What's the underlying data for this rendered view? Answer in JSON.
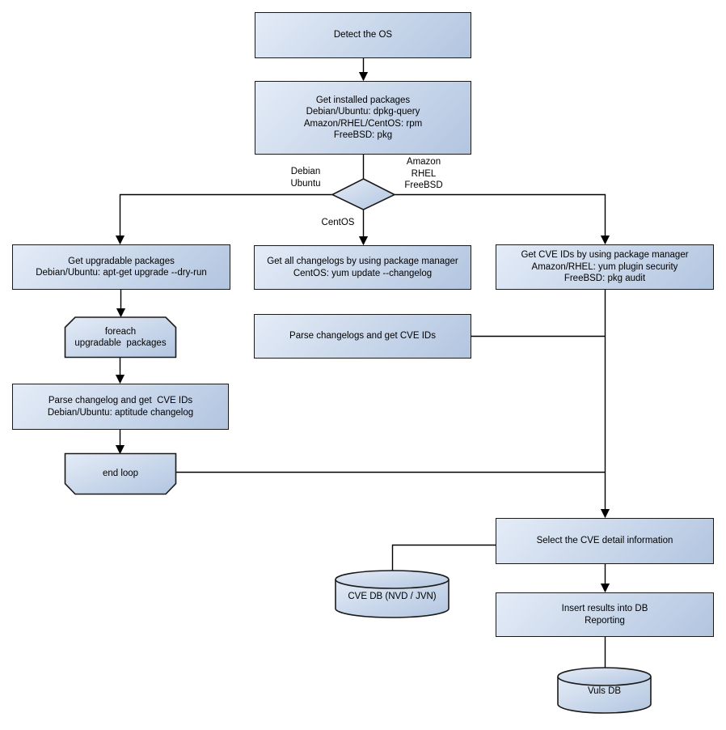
{
  "colors": {
    "node_fill_start": "#e4ecf7",
    "node_fill_end": "#b2c5e0",
    "node_border": "#1a1a1a",
    "connector": "#000000",
    "background": "#ffffff"
  },
  "nodes": {
    "detect_os": {
      "lines": [
        "Detect the OS"
      ]
    },
    "get_installed_packages": {
      "lines": [
        "Get installed packages",
        "Debian/Ubuntu: dpkg-query",
        "Amazon/RHEL/CentOS: rpm",
        "FreeBSD: pkg"
      ]
    },
    "get_upgradable_packages": {
      "lines": [
        "Get upgradable packages",
        "Debian/Ubuntu: apt-get upgrade --dry-run"
      ]
    },
    "foreach_loop_start": {
      "lines": [
        "foreach",
        "upgradable  packages"
      ]
    },
    "parse_changelog_deb": {
      "lines": [
        "Parse changelog and get  CVE IDs",
        "Debian/Ubuntu: aptitude changelog"
      ]
    },
    "end_loop": {
      "lines": [
        "end loop"
      ]
    },
    "get_all_changelogs": {
      "lines": [
        "Get all changelogs by using package manager",
        "CentOS: yum update --changelog"
      ]
    },
    "parse_changelogs": {
      "lines": [
        "Parse changelogs and get CVE IDs"
      ]
    },
    "get_cve_ids": {
      "lines": [
        "Get CVE IDs by using package manager",
        "Amazon/RHEL: yum plugin security",
        "FreeBSD: pkg audit"
      ]
    },
    "select_cve_detail": {
      "lines": [
        "Select the CVE detail information"
      ]
    },
    "cve_db": {
      "lines": [
        "CVE DB (NVD / JVN)"
      ]
    },
    "insert_results": {
      "lines": [
        "Insert results into DB",
        "Reporting"
      ]
    },
    "vuls_db": {
      "lines": [
        "Vuls DB"
      ]
    }
  },
  "edge_labels": {
    "debian_ubuntu": {
      "lines": [
        "Debian",
        "Ubuntu"
      ]
    },
    "amazon_rhel_freebsd": {
      "lines": [
        "Amazon",
        "RHEL",
        "FreeBSD"
      ]
    },
    "centos": {
      "lines": [
        "CentOS"
      ]
    }
  }
}
